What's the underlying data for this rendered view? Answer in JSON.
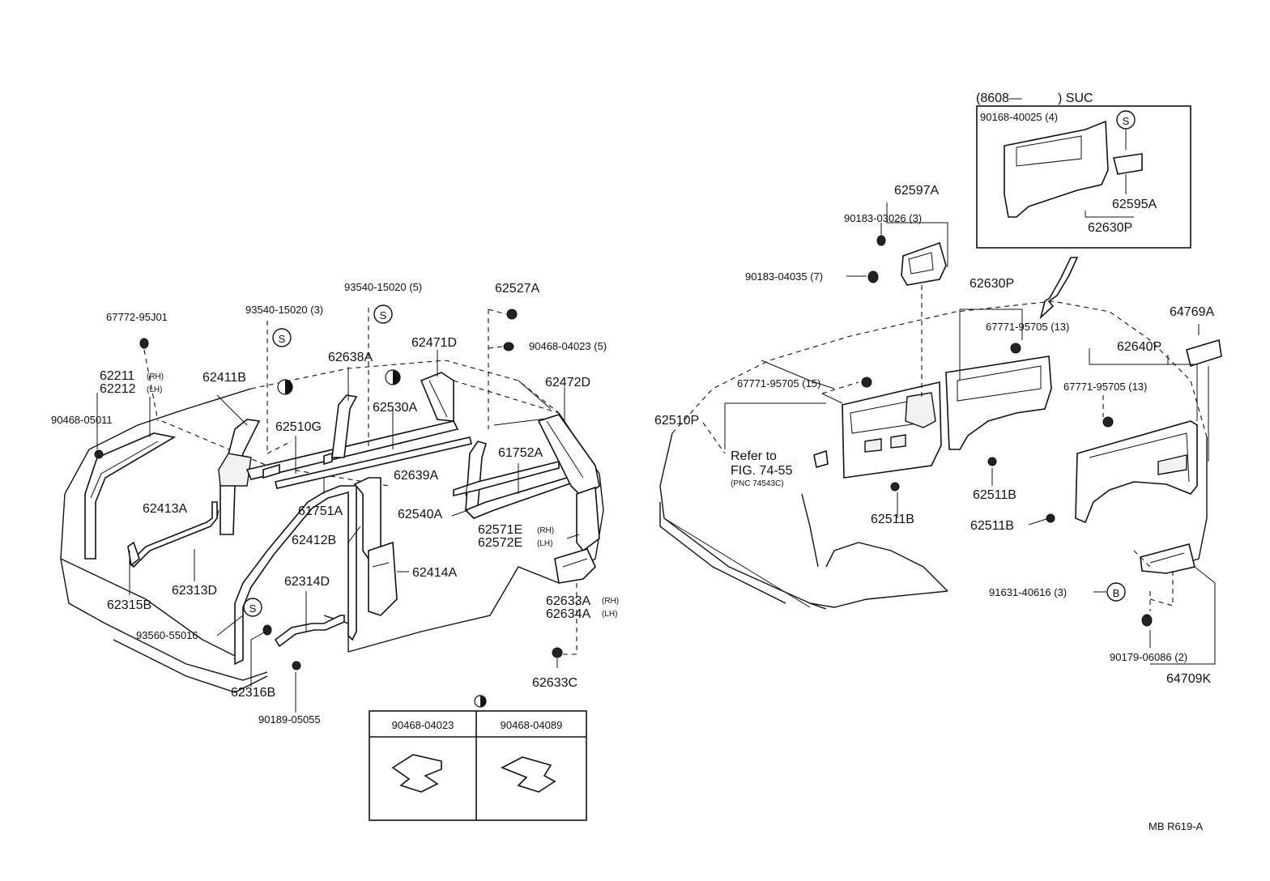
{
  "footer_code": "MB R619-A",
  "left_labels": {
    "l67772": "67772-95J01",
    "l62211": "62211",
    "l62212": "62212",
    "rh": "(RH)",
    "lh": "(LH)",
    "l90468_05011": "90468-05011",
    "l93540_3": "93540-15020 (3)",
    "l93540_5": "93540-15020 (5)",
    "l62527A": "62527A",
    "l90468_04023_5": "90468-04023 (5)",
    "l62471D": "62471D",
    "l62638A": "62638A",
    "l62411B": "62411B",
    "l62510G": "62510G",
    "l62530A": "62530A",
    "l62472D": "62472D",
    "l61752A": "61752A",
    "l62639A": "62639A",
    "l62413A": "62413A",
    "l61751A": "61751A",
    "l62540A": "62540A",
    "l62571E": "62571E",
    "l62572E": "62572E",
    "l62412B": "62412B",
    "l62414A": "62414A",
    "l62315B": "62315B",
    "l62313D": "62313D",
    "l62314D": "62314D",
    "l62633A": "62633A",
    "l62634A": "62634A",
    "l93560": "93560-55016",
    "l62633C": "62633C",
    "l62316B": "62316B",
    "l90189": "90189-05055"
  },
  "clip_table": {
    "col1": "90468-04023",
    "col2": "90468-04089"
  },
  "right_labels": {
    "suc_prefix": "(8608—",
    "suc_suffix": ") SUC",
    "l90168": "90168-40025 (4)",
    "l62595A": "62595A",
    "l62630P_box": "62630P",
    "l62597A": "62597A",
    "l90183_03026": "90183-03026 (3)",
    "l90183_04035": "90183-04035 (7)",
    "l62630P": "62630P",
    "l64769A": "64769A",
    "l67771_13a": "67771-95705 (13)",
    "l62640P": "62640P",
    "l67771_15": "67771-95705 (15)",
    "l67771_13b": "67771-95705 (13)",
    "l62510P": "62510P",
    "refer_to": "Refer to",
    "fig_ref": "FIG. 74-55",
    "pnc_ref": "(PNC 74543C)",
    "l62511B_a": "62511B",
    "l62511B_b": "62511B",
    "l62511B_c": "62511B",
    "l91631": "91631-40616 (3)",
    "l90179": "90179-06086 (2)",
    "l64709K": "64709K"
  },
  "symbols": {
    "s": "S",
    "b": "B"
  }
}
